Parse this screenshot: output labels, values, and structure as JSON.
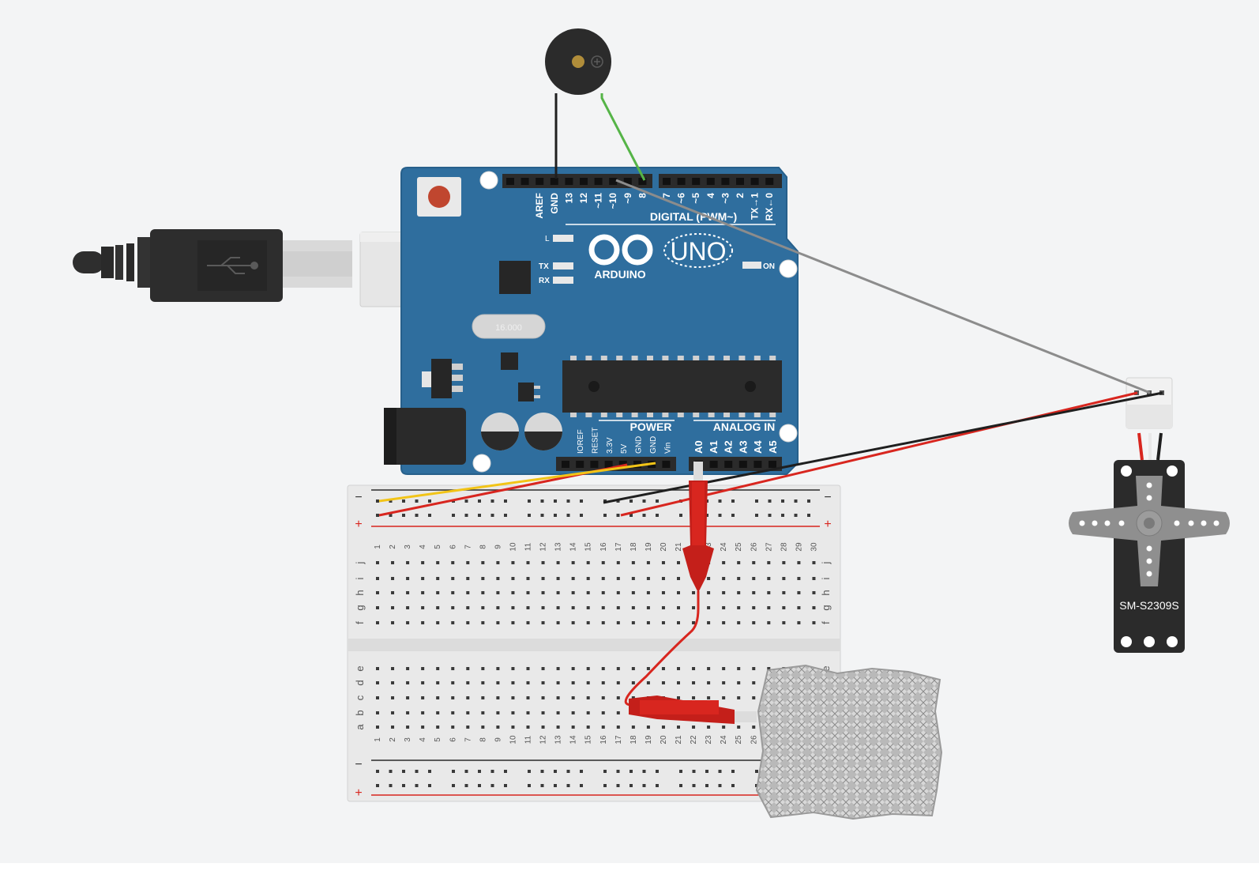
{
  "board": {
    "digital_pins": [
      "AREF",
      "GND",
      "13",
      "12",
      "~11",
      "~10",
      "~9",
      "8",
      "7",
      "~6",
      "~5",
      "4",
      "~3",
      "2",
      "TX→1",
      "RX←0"
    ],
    "digital_label": "DIGITAL (PWM~)",
    "power_label": "POWER",
    "power_pins": [
      "IOREF",
      "RESET",
      "3.3V",
      "5V",
      "GND",
      "GND",
      "Vin"
    ],
    "analog_label": "ANALOG IN",
    "analog_pins": [
      "A0",
      "A1",
      "A2",
      "A3",
      "A4",
      "A5"
    ],
    "led_l": "L",
    "led_tx": "TX",
    "led_rx": "RX",
    "led_on": "ON",
    "logo_uno": "UNO",
    "logo_brand": "ARDUINO",
    "crystal": "16.000"
  },
  "servo": {
    "model": "SM-S2309S"
  },
  "breadboard": {
    "rail_minus": "−",
    "rail_plus": "+",
    "row_letters_top": [
      "j",
      "i",
      "h",
      "g",
      "f"
    ],
    "row_letters_bottom": [
      "e",
      "d",
      "c",
      "b",
      "a"
    ],
    "columns": 30
  },
  "colors": {
    "board": "#2f6e9e",
    "wire_red": "#d8261f",
    "wire_black": "#1f1f1f",
    "wire_green": "#55b447",
    "wire_yellow": "#f2c417",
    "wire_gray": "#8c8c8c"
  }
}
